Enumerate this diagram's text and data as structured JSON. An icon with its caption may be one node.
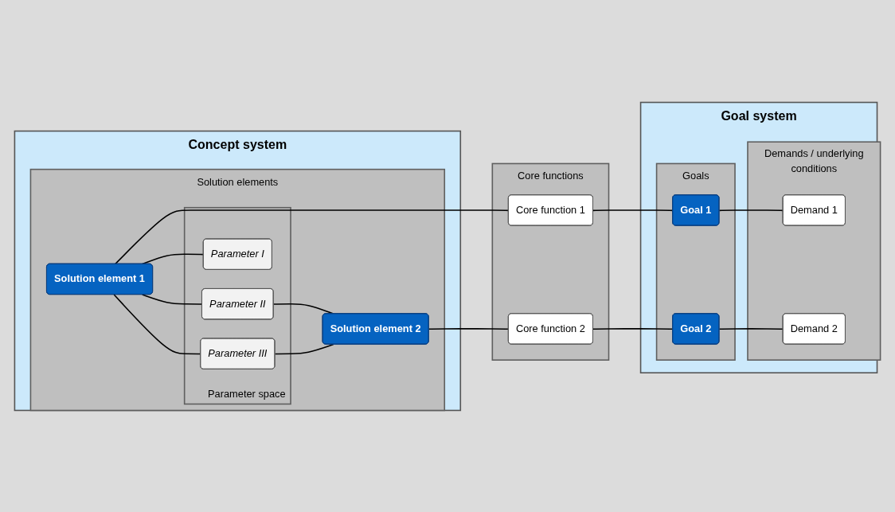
{
  "diagram": {
    "nodes": [
      {
        "text": [
          "Concept system"
        ]
      },
      {
        "text": [
          "Solution elements"
        ],
        "in": 0
      },
      {
        "text": [
          "Solution element 1"
        ],
        "in": 1
      },
      {
        "text": [
          "Parameter space"
        ],
        "in": 1
      },
      {
        "text": [
          "Parameter I"
        ],
        "in": 3
      },
      {
        "text": [
          "Parameter III"
        ],
        "in": 3
      },
      {
        "text": [
          "Parameter II"
        ],
        "in": 3
      },
      {
        "text": [
          "Solution element 2"
        ],
        "in": 1
      },
      {
        "text": [
          "Core functions"
        ]
      },
      {
        "text": [
          "Core function 1"
        ],
        "in": 8
      },
      {
        "text": [
          "Core function 2"
        ],
        "in": 8
      },
      {
        "text": [
          "Goal system"
        ]
      },
      {
        "text": [
          "Goals"
        ],
        "in": 11
      },
      {
        "text": [
          "Goal 1"
        ],
        "in": 12
      },
      {
        "text": [
          "Goal 2"
        ],
        "in": 12
      },
      {
        "text": [
          "Demands / underlying conditions"
        ],
        "in": 11
      },
      {
        "text": [
          "Demand 1"
        ],
        "in": 15
      },
      {
        "text": [
          "Demand 2"
        ],
        "in": 15
      }
    ],
    "edges": [
      {
        "from": 2,
        "to": 4,
        "arrow": "none"
      },
      {
        "from": 2,
        "to": 6,
        "arrow": "none"
      },
      {
        "from": 2,
        "to": 5,
        "arrow": "none"
      },
      {
        "from": 6,
        "to": 7,
        "arrow": "none"
      },
      {
        "from": 5,
        "to": 7,
        "arrow": "none"
      },
      {
        "from": 2,
        "to": 9,
        "arrow": "none"
      },
      {
        "from": 7,
        "to": 10,
        "arrow": "none"
      },
      {
        "from": 9,
        "to": 13,
        "arrow": "none"
      },
      {
        "from": 10,
        "to": 14,
        "arrow": "none"
      },
      {
        "from": 13,
        "to": 16,
        "arrow": "none"
      },
      {
        "from": 14,
        "to": 17,
        "arrow": "none"
      }
    ]
  }
}
